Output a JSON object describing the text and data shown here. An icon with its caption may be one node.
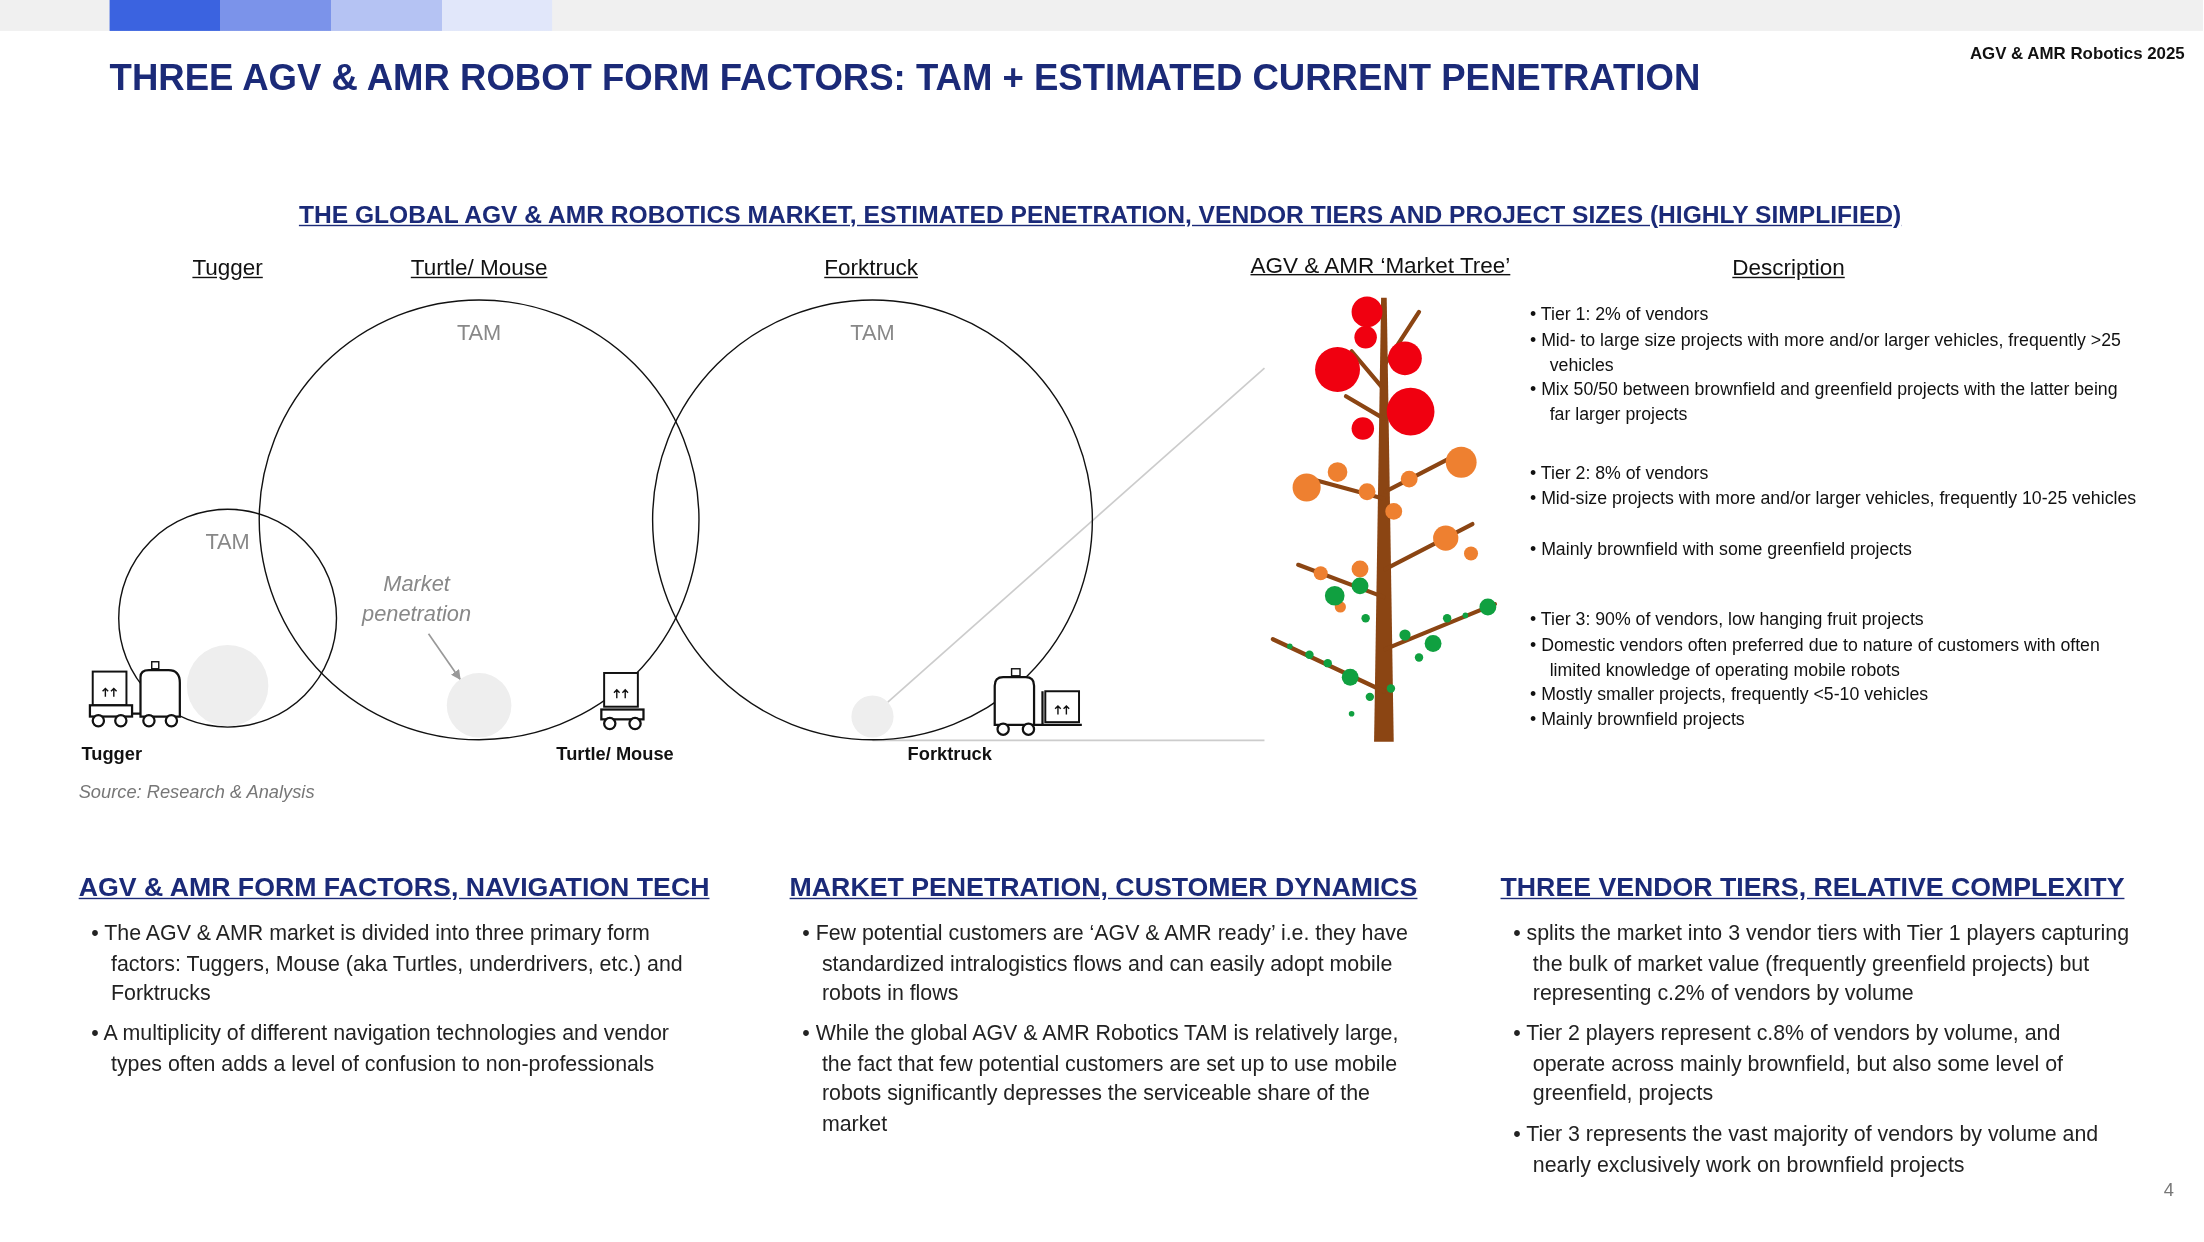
{
  "diagram": {
    "title": "THREE AGV & AMR ROBOT FORM FACTORS: TAM + ESTIMATED CURRENT PENETRATION",
    "nodes": [
      {
        "text": [
          "TAM"
        ]
      },
      {
        "text": [
          "TAM"
        ]
      },
      {
        "text": [
          "TAM"
        ]
      },
      {
        "text": [],
        "shape": "circle",
        "in": 0
      },
      {
        "text": [
          "Market penetration"
        ],
        "in": 1
      },
      {
        "text": [],
        "shape": "circle",
        "in": 1
      },
      {
        "text": [],
        "shape": "circle",
        "in": 2
      },
      {
        "text": [],
        "shape": "picture"
      }
    ],
    "edges": [
      {
        "from": 4,
        "to": 5,
        "arrow": "to"
      },
      {
        "from": 6,
        "to": 7,
        "arrow": "none"
      },
      {
        "from": 2,
        "to": 7,
        "arrow": "none"
      }
    ],
    "labels": [
      "AGV & AMR Robotics 2025",
      "THE GLOBAL AGV & AMR ROBOTICS MARKET, ESTIMATED PENETRATION, VENDOR TIERS AND PROJECT SIZES (HIGHLY SIMPLIFIED)",
      "Tugger",
      "Turtle/ Mouse",
      "Forktruck",
      "AGV & AMR ‘Market Tree’",
      "Description",
      "• Tier 1: 2% of vendors",
      "• Mid- to large size projects with more and/or larger vehicles, frequently >25 vehicles",
      "• Mix 50/50 between brownfield and greenfield projects with the latter being far larger projects",
      "• Tier 2: 8% of vendors",
      "• Mid-size projects with more and/or larger vehicles, frequently 10-25 vehicles",
      "• Mainly brownfield with some greenfield projects",
      "• Tier 3: 90% of vendors, low hanging fruit projects",
      "• Domestic vendors often preferred due to nature of customers with often limited knowledge of operating mobile robots",
      "• Mostly smaller projects, frequently <5-10 vehicles",
      "• Mainly brownfield projects",
      "Tugger",
      "Turtle/ Mouse",
      "Forktruck",
      "Source: Research & Analysis",
      "AGV & AMR FORM FACTORS, NAVIGATION TECH",
      "• The AGV & AMR market is divided into three primary form factors: Tuggers, Mouse (aka Turtles, underdrivers, etc.) and Forktrucks",
      "• A multiplicity of different navigation technologies and vendor types often adds a level of confusion to non-professionals",
      "MARKET PENETRATION, CUSTOMER DYNAMICS",
      "• Few potential customers are ‘AGV & AMR ready’ i.e. they have standardized intralogistics flows and can easily adopt mobile robots in flows",
      "• While the global AGV & AMR Robotics TAM is relatively large, the fact that few potential customers are set up to use mobile robots significantly depresses the serviceable share of the market",
      "THREE VENDOR TIERS, RELATIVE COMPLEXITY",
      "• splits the market into 3 vendor tiers with Tier 1 players capturing the bulk of market value (frequently greenfield projects) but representing c.2% of vendors by volume",
      "• Tier 2 players represent c.8% of vendors by volume, and operate across mainly brownfield, but also some level of greenfield, projects",
      "• Tier 3 represents the vast majority of vendors by volume and nearly exclusively work on brownfield projects",
      "4"
    ]
  }
}
